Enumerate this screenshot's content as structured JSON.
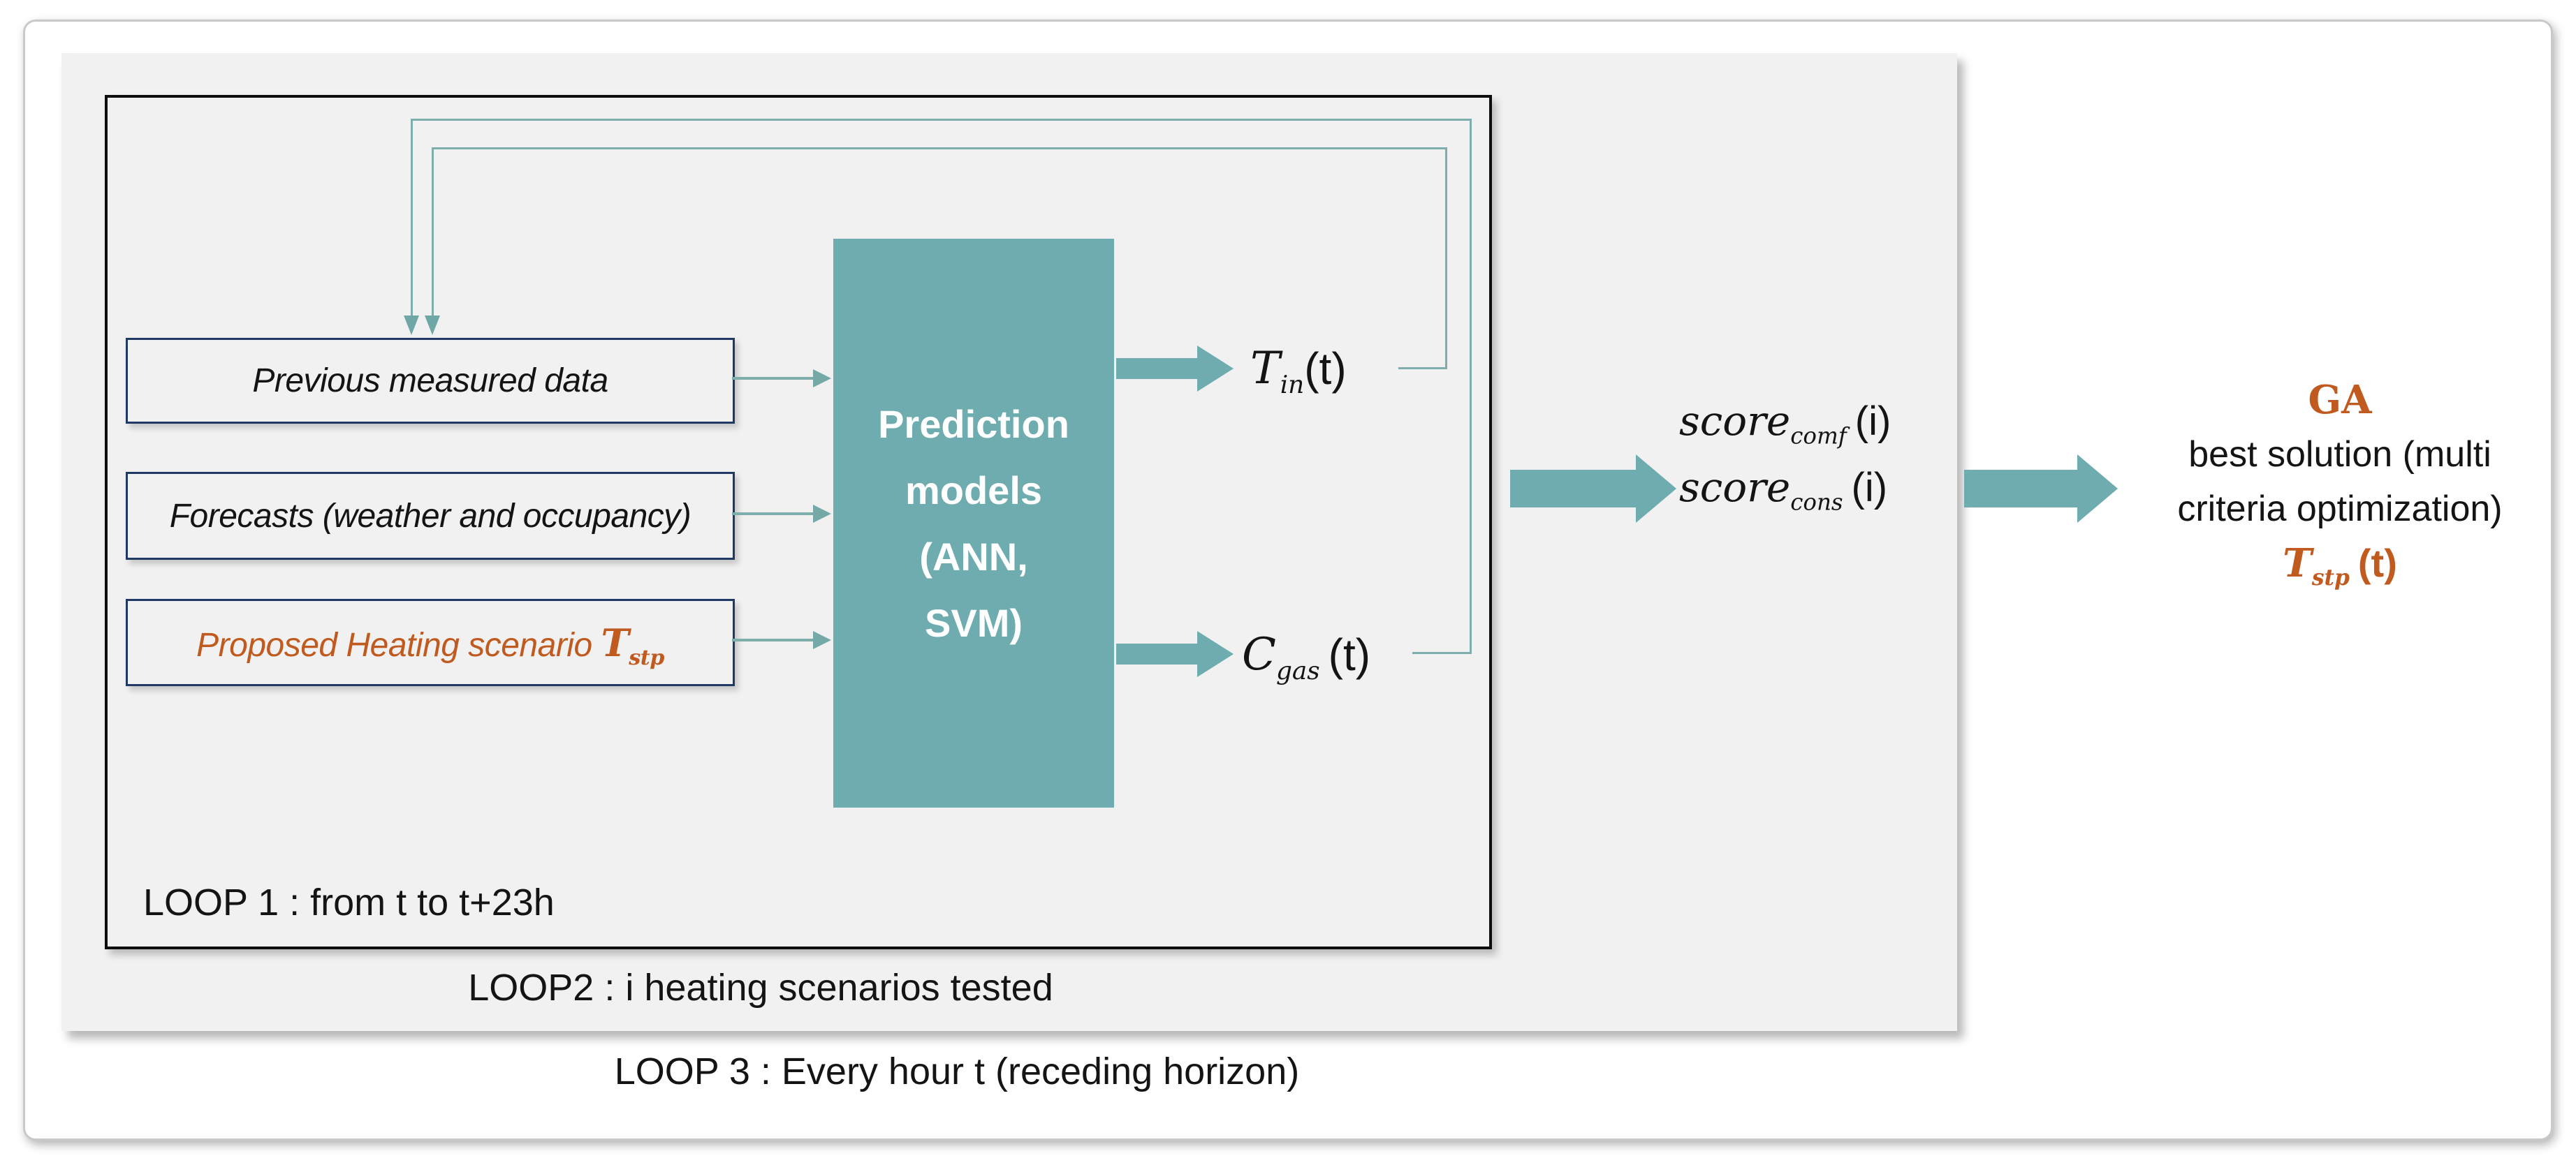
{
  "colors": {
    "teal_fill": "#6EACAF",
    "teal_line": "#7FADAB",
    "orange_accent": "#C05A1E",
    "navy_border": "#1F3864",
    "panel_gray": "#F1F1F2",
    "frame_border_gray": "#C9C9C9",
    "loop1_border_black": "#0D0D0D",
    "text_black": "#141414",
    "model_text_white": "#FFFFFF"
  },
  "loops": {
    "loop1": "LOOP 1 : from t to t+23h",
    "loop2": "LOOP2 : i heating scenarios tested",
    "loop3": "LOOP 3 : Every hour t (receding horizon)"
  },
  "inputs": [
    {
      "label": "Previous measured data"
    },
    {
      "label": "Forecasts (weather and occupancy)"
    },
    {
      "label": "Proposed Heating scenario",
      "symbol_base": "T",
      "symbol_sub": "stp"
    }
  ],
  "model": {
    "lines": [
      "Prediction",
      "models",
      "(ANN,",
      "SVM)"
    ]
  },
  "outputs": [
    {
      "base": "T",
      "sub": "in",
      "arg": "(t)"
    },
    {
      "base": "C",
      "sub": "gas",
      "arg": "(t)"
    }
  ],
  "scores": [
    {
      "base": "score",
      "sub": "comf",
      "arg": "(i)"
    },
    {
      "base": "score",
      "sub": "cons",
      "arg": "(i)"
    }
  ],
  "ga": {
    "title": "GA",
    "desc1": "best solution (multi",
    "desc2": "criteria optimization)",
    "result_base": "T",
    "result_sub": "stp",
    "result_arg": "(t)"
  }
}
